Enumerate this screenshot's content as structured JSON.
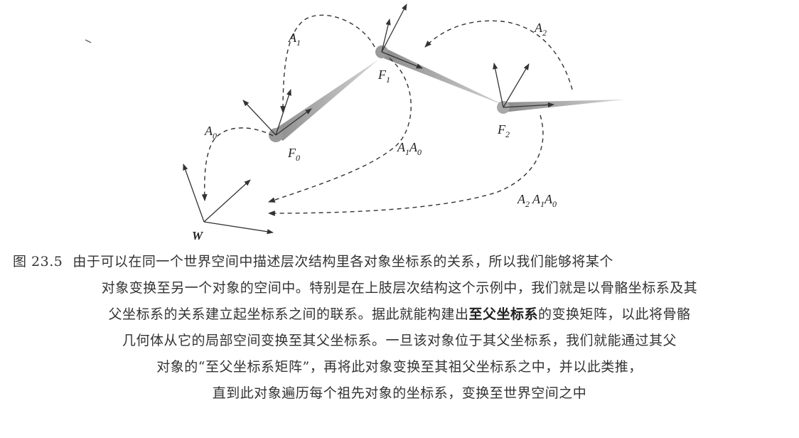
{
  "labels": {
    "world": "W",
    "f0": "F",
    "f0_sub": "0",
    "f1": "F",
    "f1_sub": "1",
    "f2": "F",
    "f2_sub": "2",
    "a0": "A",
    "a0_sub": "0",
    "a1": "A",
    "a1_sub": "1",
    "a2": "A",
    "a2_sub": "2",
    "a1a0_a": "A",
    "a1a0_s1": "1",
    "a1a0_b": "A",
    "a1a0_s2": "0",
    "a2a1a0_a": "A",
    "a2a1a0_s1": "2",
    "a2a1a0_b": "A",
    "a2a1a0_s2": "1",
    "a2a1a0_c": "A",
    "a2a1a0_s3": "0"
  },
  "caption": {
    "figure_number": "图 23.5",
    "line1": "由于可以在同一个世界空间中描述层次结构里各对象坐标系的关系，所以我们能够将某个",
    "line2": "对象变换至另一个对象的空间中。特别是在上肢层次结构这个示例中，我们就是以骨骼坐标系及其",
    "line3_pre": "父坐标系的关系建立起坐标系之间的联系。据此就能构建出",
    "line3_bold": "至父坐标系",
    "line3_post": "的变换矩阵，以此将骨骼",
    "line4": "几何体从它的局部空间变换至其父坐标系。一旦该对象位于其父坐标系，我们就能通过其父",
    "line5": "对象的“至父坐标系矩阵”，再将此对象变换至其祖父坐标系之中，并以此类推，",
    "line6": "直到此对象遍历每个祖先对象的坐标系，变换至世界空间之中"
  }
}
